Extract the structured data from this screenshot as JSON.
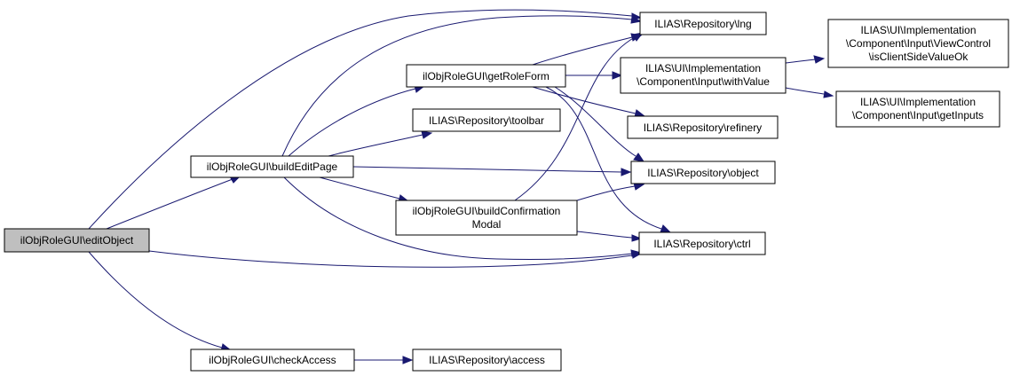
{
  "title": "Call graph: ilObjRoleGUI\\editObject",
  "colors": {
    "edge": "#191970",
    "root_fill": "#bfbfbf",
    "node_fill": "#ffffff",
    "border": "#000000"
  },
  "nodes": {
    "editObject": {
      "lines": [
        "ilObjRoleGUI\\editObject"
      ],
      "root": true
    },
    "buildEditPage": {
      "lines": [
        "ilObjRoleGUI\\buildEditPage"
      ]
    },
    "checkAccess": {
      "lines": [
        "ilObjRoleGUI\\checkAccess"
      ]
    },
    "getRoleForm": {
      "lines": [
        "ilObjRoleGUI\\getRoleForm"
      ]
    },
    "toolbar": {
      "lines": [
        "ILIAS\\Repository\\toolbar"
      ]
    },
    "buildConfirmationModal": {
      "lines": [
        "ilObjRoleGUI\\buildConfirmation",
        "Modal"
      ]
    },
    "access": {
      "lines": [
        "ILIAS\\Repository\\access"
      ]
    },
    "lng": {
      "lines": [
        "ILIAS\\Repository\\lng"
      ]
    },
    "withValue": {
      "lines": [
        "ILIAS\\UI\\Implementation",
        "\\Component\\Input\\withValue"
      ]
    },
    "refinery": {
      "lines": [
        "ILIAS\\Repository\\refinery"
      ]
    },
    "object": {
      "lines": [
        "ILIAS\\Repository\\object"
      ]
    },
    "ctrl": {
      "lines": [
        "ILIAS\\Repository\\ctrl"
      ]
    },
    "isClientSideValueOk": {
      "lines": [
        "ILIAS\\UI\\Implementation",
        "\\Component\\Input\\ViewControl",
        "\\isClientSideValueOk"
      ]
    },
    "getInputs": {
      "lines": [
        "ILIAS\\UI\\Implementation",
        "\\Component\\Input\\getInputs"
      ]
    }
  },
  "edges": [
    [
      "editObject",
      "buildEditPage"
    ],
    [
      "editObject",
      "lng"
    ],
    [
      "editObject",
      "ctrl"
    ],
    [
      "editObject",
      "checkAccess"
    ],
    [
      "buildEditPage",
      "lng"
    ],
    [
      "buildEditPage",
      "getRoleForm"
    ],
    [
      "buildEditPage",
      "toolbar"
    ],
    [
      "buildEditPage",
      "object"
    ],
    [
      "buildEditPage",
      "buildConfirmationModal"
    ],
    [
      "buildEditPage",
      "ctrl"
    ],
    [
      "getRoleForm",
      "lng"
    ],
    [
      "getRoleForm",
      "withValue"
    ],
    [
      "getRoleForm",
      "refinery"
    ],
    [
      "getRoleForm",
      "object"
    ],
    [
      "getRoleForm",
      "ctrl"
    ],
    [
      "buildConfirmationModal",
      "lng"
    ],
    [
      "buildConfirmationModal",
      "object"
    ],
    [
      "buildConfirmationModal",
      "ctrl"
    ],
    [
      "checkAccess",
      "access"
    ],
    [
      "withValue",
      "isClientSideValueOk"
    ],
    [
      "withValue",
      "getInputs"
    ]
  ]
}
